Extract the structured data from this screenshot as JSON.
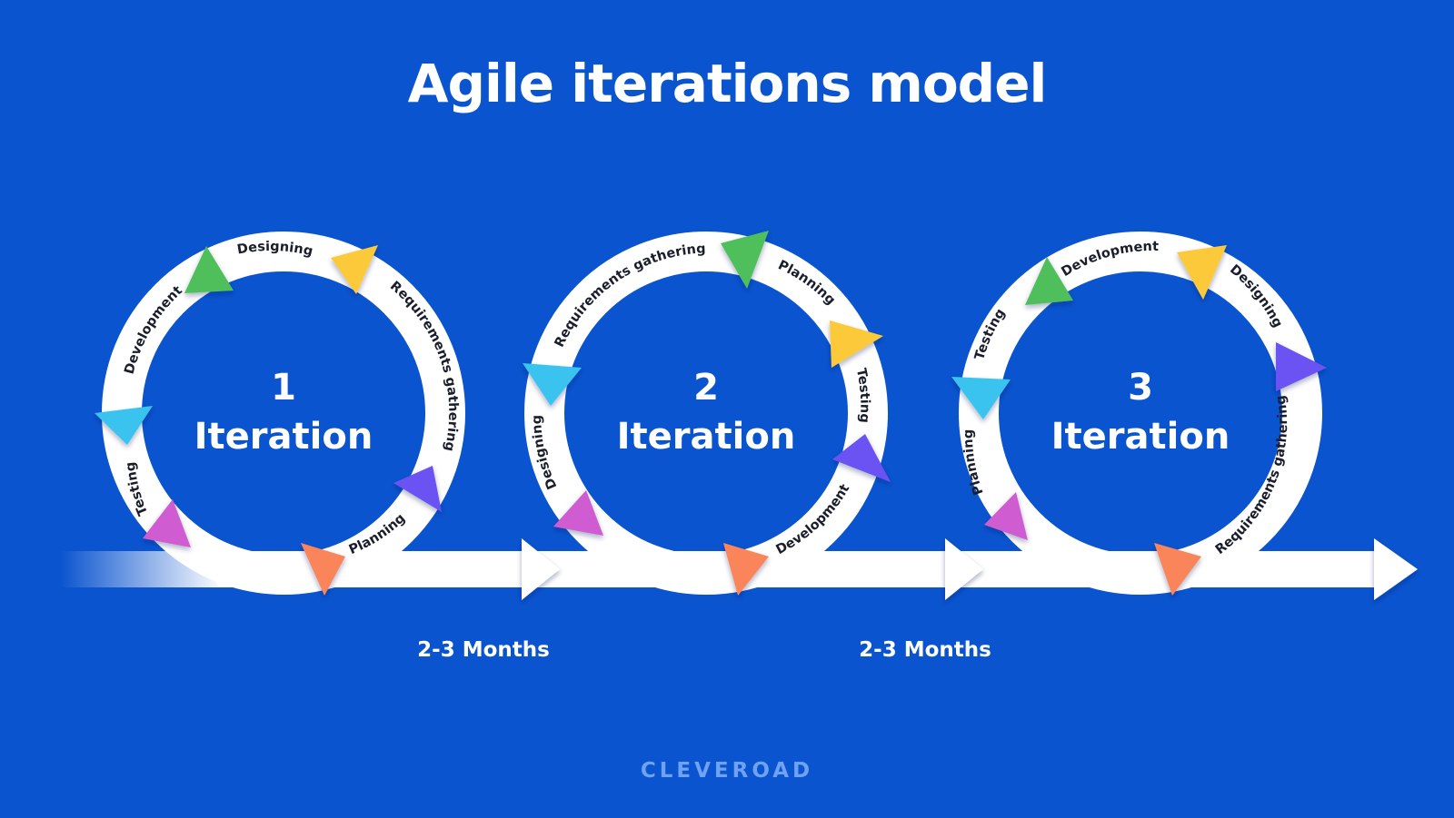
{
  "title": "Agile iterations model",
  "colors": {
    "background": "#0a54cf",
    "ring": "#ffffff",
    "green": "#4fbf5c",
    "yellow": "#fcc93a",
    "purple": "#6a52f2",
    "orange": "#fa855a",
    "magenta": "#cf5cd1",
    "cyan": "#3bc3ef"
  },
  "iterations": [
    {
      "number": "1",
      "label": "Iteration",
      "phases": [
        "Designing",
        "Requirements gathering",
        "Planning",
        "Testing",
        "Development"
      ]
    },
    {
      "number": "2",
      "label": "Iteration",
      "phases": [
        "Requirements gathering",
        "Planning",
        "Testing",
        "Development",
        "Designing"
      ]
    },
    {
      "number": "3",
      "label": "Iteration",
      "phases": [
        "Development",
        "Designing",
        "Requirements gathering",
        "Planning",
        "Testing"
      ]
    }
  ],
  "durations": [
    "2-3 Months",
    "2-3 Months"
  ],
  "brand": "CLEVEROAD"
}
